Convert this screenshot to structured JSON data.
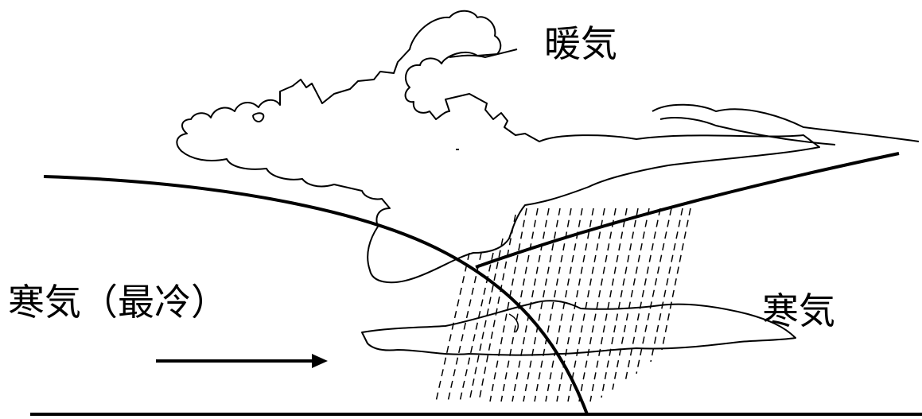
{
  "labels": {
    "warm_air": "暖気",
    "cold_air_right": "寒気",
    "cold_air_left": "寒気（最冷）"
  },
  "colors": {
    "ink": "#000000",
    "background": "#ffffff"
  }
}
